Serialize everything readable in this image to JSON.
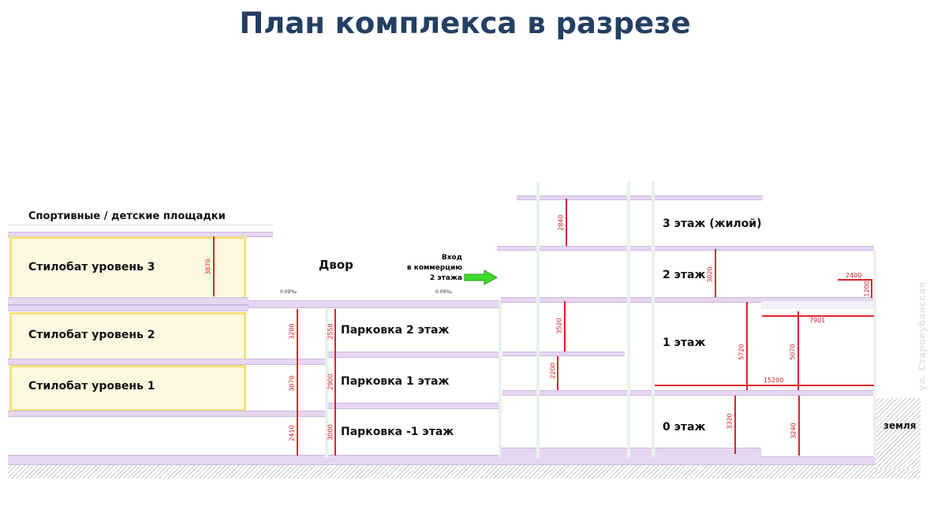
{
  "title": "План комплекса в разрезе",
  "labels": {
    "sport": "Спортивные / детские площадки",
    "stylobate3": "Стилобат уровень 3",
    "stylobate2": "Стилобат уровень 2",
    "stylobate1": "Стилобат уровень 1",
    "yard": "Двор",
    "entrance_line1": "Вход",
    "entrance_line2": "в коммерцию",
    "entrance_line3": "2 этажа",
    "parking2": "Парковка 2 этаж",
    "parking1": "Парковка 1 этаж",
    "parking_minus1": "Парковка -1 этаж",
    "floor3": "3 этаж (жилой)",
    "floor2": "2 этаж",
    "floor1": "1 этаж",
    "floor0": "0 этаж",
    "ground": "земля",
    "street": "ул. Старокубанская",
    "slope1": "0.09‰",
    "slope2": "0.09‰"
  },
  "dimensions": {
    "d3870": "3870",
    "d3200": "3200",
    "d3070": "3070",
    "d2410": "2410",
    "d2550": "2550",
    "d2900": "2900",
    "d3000": "3000",
    "d2840": "2840",
    "d3020": "3020",
    "d3520": "3520",
    "d2200": "2200",
    "d5720": "5720",
    "d5070": "5070",
    "d3320": "3320",
    "d3240": "3240",
    "d7901": "7901",
    "d15200": "15200",
    "d2400": "2400",
    "d1200": "1200"
  },
  "colors": {
    "title": "#243f63",
    "dimension": "#e0202a",
    "arrow": "#3ddc2a",
    "slab": "#e6d6f2"
  }
}
